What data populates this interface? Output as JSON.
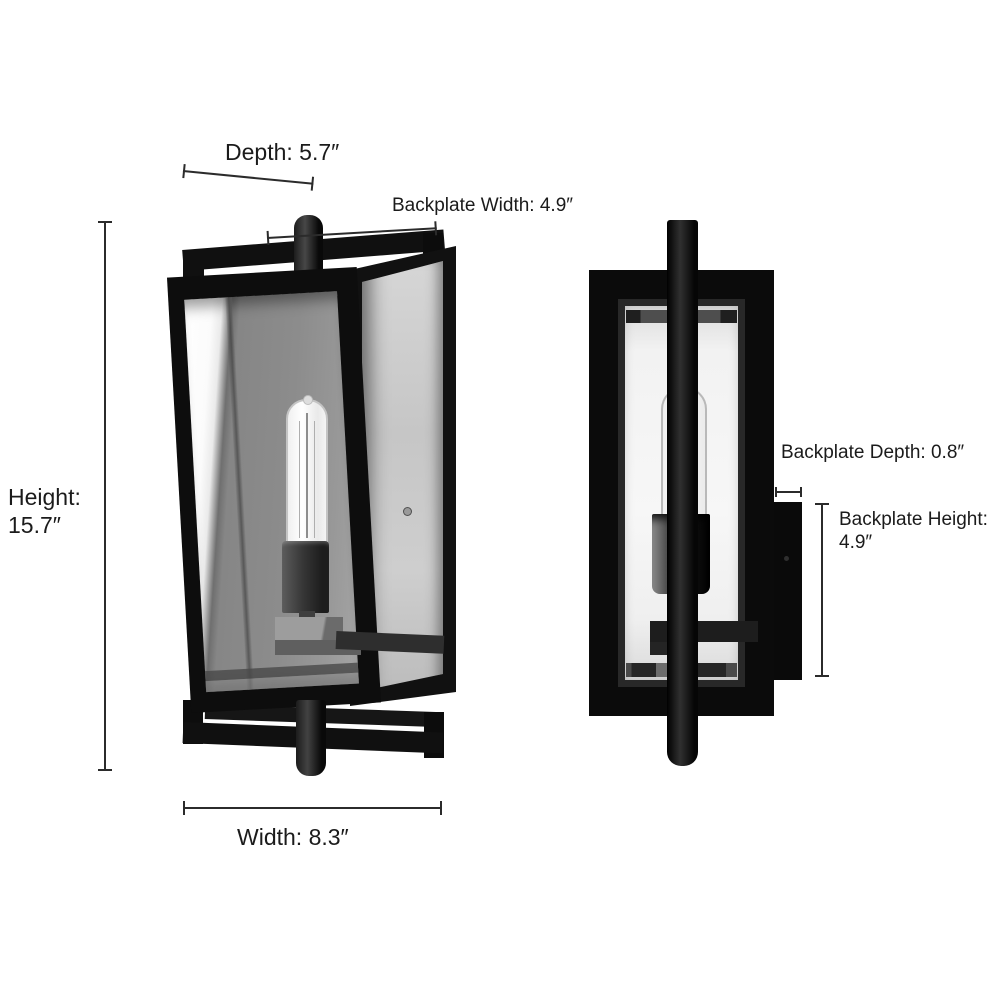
{
  "page": {
    "background": "#ffffff",
    "line_color": "#2b2b2b",
    "text_color": "#1b1b1b",
    "fixture_color": "#0d0d0d"
  },
  "product": {
    "description": "Black rectangular outdoor wall sconce with clear glass and tubular bulb, shown in three-quarter front view and side view with dimension callouts",
    "views": {
      "front": "three-quarter front view",
      "side": "side profile view with backplate"
    }
  },
  "dimensions": {
    "depth": {
      "name": "Depth",
      "value": "5.7″",
      "label": "Depth: 5.7″"
    },
    "backplate_width": {
      "name": "Backplate Width",
      "value": "4.9″",
      "label": "Backplate Width: 4.9″"
    },
    "height": {
      "name": "Height",
      "value": "15.7″",
      "label_line1": "Height:",
      "label_line2": "15.7″"
    },
    "width": {
      "name": "Width",
      "value": "8.3″",
      "label": "Width: 8.3″"
    },
    "backplate_depth": {
      "name": "Backplate Depth",
      "value": "0.8″",
      "label": "Backplate Depth: 0.8″"
    },
    "backplate_height": {
      "name": "Backplate Height",
      "value": "4.9″",
      "label_line1": "Backplate Height:",
      "label_line2": "4.9″"
    }
  }
}
